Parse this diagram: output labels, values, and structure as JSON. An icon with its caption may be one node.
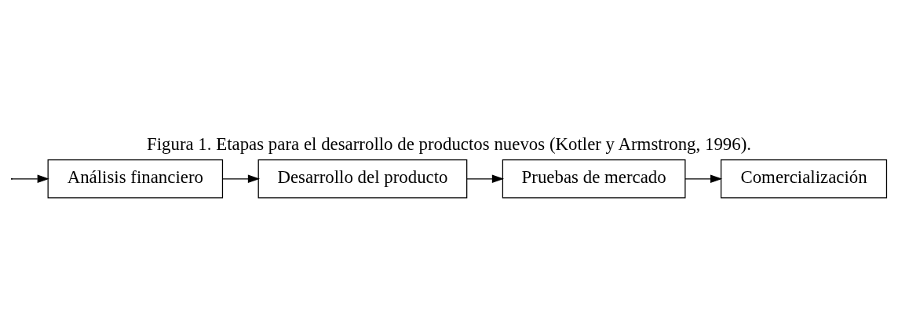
{
  "diagram": {
    "caption": "Figura 1. Etapas para el desarrollo de productos nuevos (Kotler y Armstrong, 1996).",
    "nodes": [
      {
        "text": [
          "Análisis financiero"
        ]
      },
      {
        "text": [
          "Desarrollo del producto"
        ]
      },
      {
        "text": [
          "Pruebas de mercado"
        ]
      },
      {
        "text": [
          "Comercialización"
        ]
      }
    ],
    "edges": [
      {
        "from": null,
        "to": 0,
        "arrow": "to"
      },
      {
        "from": 0,
        "to": 1,
        "arrow": "to"
      },
      {
        "from": 1,
        "to": 2,
        "arrow": "to"
      },
      {
        "from": 2,
        "to": 3,
        "arrow": "to"
      }
    ]
  }
}
